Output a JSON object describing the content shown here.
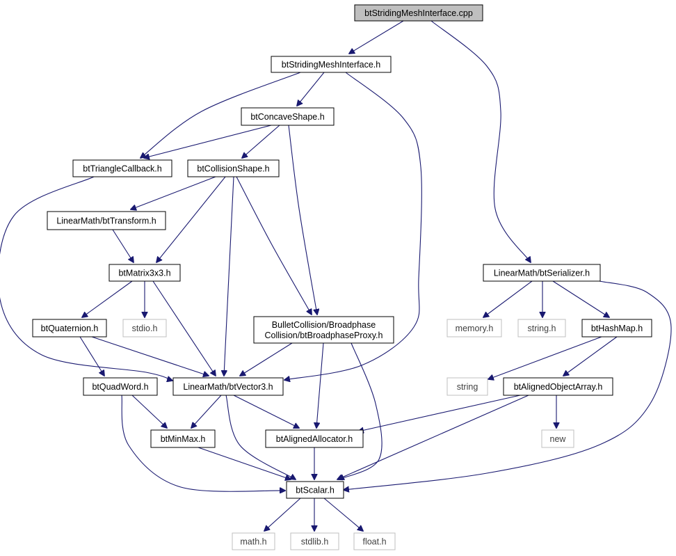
{
  "colors": {
    "edge": "#191970",
    "root_fill": "#bfbfbf",
    "node_fill": "#ffffff",
    "node_border": "#000000",
    "external_border": "#bfbfbf",
    "external_text": "#404040"
  },
  "nodes": [
    {
      "id": "cpp",
      "lines": [
        "btStridingMeshInterface.cpp"
      ],
      "kind": "root"
    },
    {
      "id": "smi",
      "lines": [
        "btStridingMeshInterface.h"
      ],
      "kind": "header"
    },
    {
      "id": "concave",
      "lines": [
        "btConcaveShape.h"
      ],
      "kind": "header"
    },
    {
      "id": "tricb",
      "lines": [
        "btTriangleCallback.h"
      ],
      "kind": "header"
    },
    {
      "id": "collision",
      "lines": [
        "btCollisionShape.h"
      ],
      "kind": "header"
    },
    {
      "id": "transform",
      "lines": [
        "LinearMath/btTransform.h"
      ],
      "kind": "header"
    },
    {
      "id": "matrix",
      "lines": [
        "btMatrix3x3.h"
      ],
      "kind": "header"
    },
    {
      "id": "quat",
      "lines": [
        "btQuaternion.h"
      ],
      "kind": "header"
    },
    {
      "id": "stdio",
      "lines": [
        "stdio.h"
      ],
      "kind": "external"
    },
    {
      "id": "bproxy",
      "lines": [
        "BulletCollision/Broadphase",
        "Collision/btBroadphaseProxy.h"
      ],
      "kind": "header"
    },
    {
      "id": "quadword",
      "lines": [
        "btQuadWord.h"
      ],
      "kind": "header"
    },
    {
      "id": "vector3",
      "lines": [
        "LinearMath/btVector3.h"
      ],
      "kind": "header"
    },
    {
      "id": "minmax",
      "lines": [
        "btMinMax.h"
      ],
      "kind": "header"
    },
    {
      "id": "alloc",
      "lines": [
        "btAlignedAllocator.h"
      ],
      "kind": "header"
    },
    {
      "id": "scalar",
      "lines": [
        "btScalar.h"
      ],
      "kind": "header"
    },
    {
      "id": "math",
      "lines": [
        "math.h"
      ],
      "kind": "external"
    },
    {
      "id": "stdlib",
      "lines": [
        "stdlib.h"
      ],
      "kind": "external"
    },
    {
      "id": "float",
      "lines": [
        "float.h"
      ],
      "kind": "external"
    },
    {
      "id": "serializer",
      "lines": [
        "LinearMath/btSerializer.h"
      ],
      "kind": "header"
    },
    {
      "id": "memory",
      "lines": [
        "memory.h"
      ],
      "kind": "external"
    },
    {
      "id": "stringh",
      "lines": [
        "string.h"
      ],
      "kind": "external"
    },
    {
      "id": "hashmap",
      "lines": [
        "btHashMap.h"
      ],
      "kind": "header"
    },
    {
      "id": "string",
      "lines": [
        "string"
      ],
      "kind": "external"
    },
    {
      "id": "aoa",
      "lines": [
        "btAlignedObjectArray.h"
      ],
      "kind": "header"
    },
    {
      "id": "new",
      "lines": [
        "new"
      ],
      "kind": "external"
    }
  ],
  "edges": [
    [
      "cpp",
      "smi"
    ],
    [
      "cpp",
      "serializer"
    ],
    [
      "smi",
      "concave"
    ],
    [
      "smi",
      "tricb"
    ],
    [
      "smi",
      "vector3"
    ],
    [
      "concave",
      "tricb"
    ],
    [
      "concave",
      "collision"
    ],
    [
      "concave",
      "bproxy"
    ],
    [
      "tricb",
      "vector3"
    ],
    [
      "collision",
      "transform"
    ],
    [
      "collision",
      "matrix"
    ],
    [
      "collision",
      "vector3"
    ],
    [
      "collision",
      "bproxy"
    ],
    [
      "transform",
      "matrix"
    ],
    [
      "matrix",
      "quat"
    ],
    [
      "matrix",
      "stdio"
    ],
    [
      "matrix",
      "vector3"
    ],
    [
      "quat",
      "quadword"
    ],
    [
      "quat",
      "vector3"
    ],
    [
      "bproxy",
      "vector3"
    ],
    [
      "bproxy",
      "alloc"
    ],
    [
      "bproxy",
      "scalar"
    ],
    [
      "quadword",
      "minmax"
    ],
    [
      "quadword",
      "scalar"
    ],
    [
      "vector3",
      "minmax"
    ],
    [
      "vector3",
      "alloc"
    ],
    [
      "vector3",
      "scalar"
    ],
    [
      "minmax",
      "scalar"
    ],
    [
      "alloc",
      "scalar"
    ],
    [
      "scalar",
      "math"
    ],
    [
      "scalar",
      "stdlib"
    ],
    [
      "scalar",
      "float"
    ],
    [
      "serializer",
      "memory"
    ],
    [
      "serializer",
      "stringh"
    ],
    [
      "serializer",
      "hashmap"
    ],
    [
      "serializer",
      "scalar"
    ],
    [
      "hashmap",
      "string"
    ],
    [
      "hashmap",
      "aoa"
    ],
    [
      "aoa",
      "alloc"
    ],
    [
      "aoa",
      "new"
    ],
    [
      "aoa",
      "scalar"
    ]
  ]
}
